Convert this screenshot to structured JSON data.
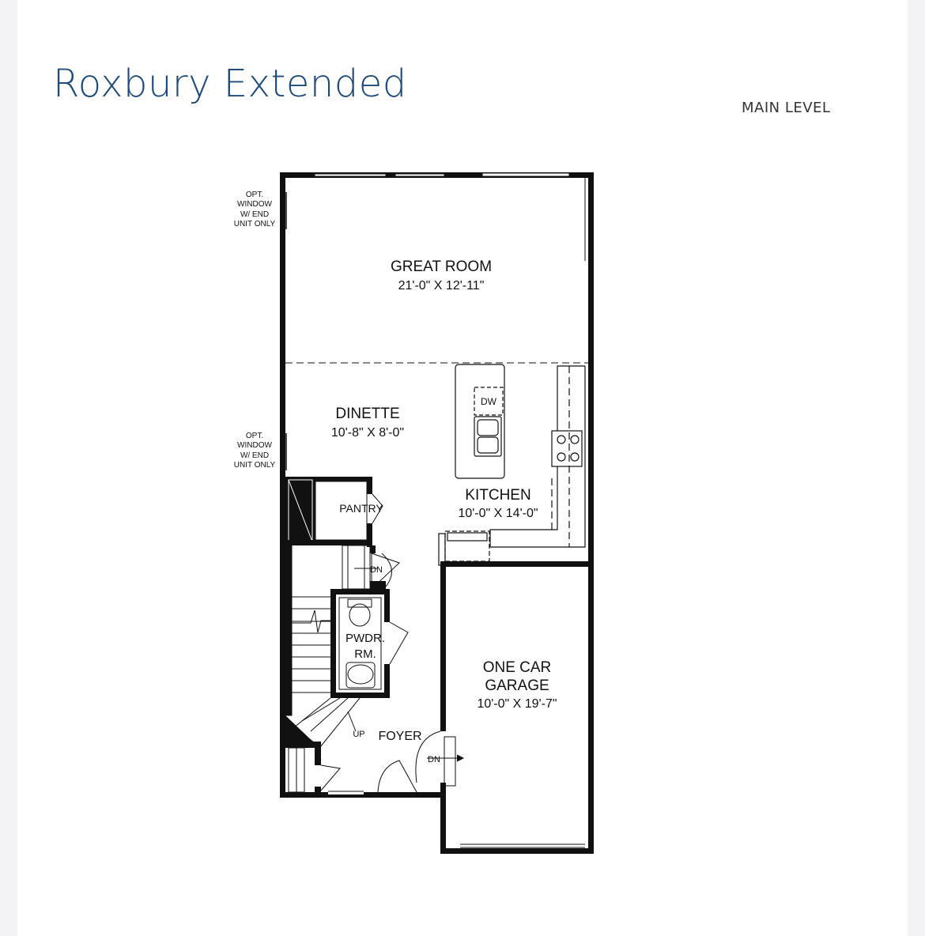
{
  "header": {
    "title": "Roxbury Extended",
    "level": "MAIN LEVEL"
  },
  "notes": {
    "opt_window": [
      "OPT.",
      "WINDOW",
      "W/ END",
      "UNIT ONLY"
    ]
  },
  "rooms": {
    "great_room": {
      "name": "GREAT ROOM",
      "size": "21'-0\" X 12'-11\""
    },
    "dinette": {
      "name": "DINETTE",
      "size": "10'-8\" X 8'-0\""
    },
    "kitchen": {
      "name": "KITCHEN",
      "size": "10'-0\" X 14'-0\""
    },
    "pantry": {
      "name": "PANTRY"
    },
    "powder": {
      "name_line1": "PWDR.",
      "name_line2": "RM."
    },
    "garage": {
      "name_line1": "ONE CAR",
      "name_line2": "GARAGE",
      "size": "10'-0\" X 19'-7\""
    },
    "foyer": {
      "name": "FOYER"
    }
  },
  "fixtures": {
    "dishwasher": "DW",
    "stair_down": "DN",
    "stair_up": "UP",
    "garage_step_down": "DN"
  },
  "colors": {
    "title": "#1f4b7a",
    "wall": "#111111",
    "background": "#ffffff"
  }
}
